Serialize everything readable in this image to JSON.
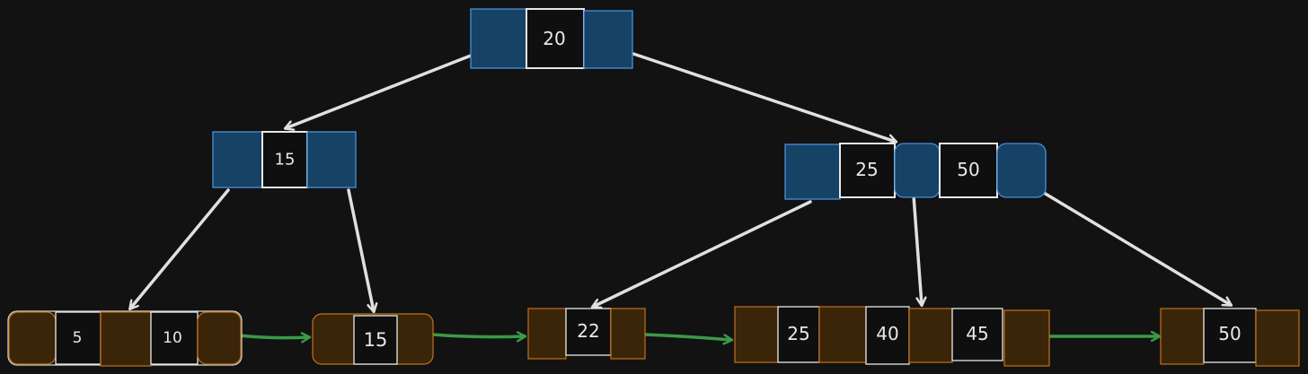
{
  "diagram": {
    "colors": {
      "background": "#121212",
      "internal_pointer": "#154265",
      "internal_border": "#4a90d9",
      "leaf_pointer": "#3a2508",
      "leaf_border": "#c2711a",
      "key_fill": "#0f0f0f",
      "key_border": "#e8e8e8",
      "tree_arrow": "#e0e0e0",
      "leaf_link": "#3a9a48"
    },
    "internal_nodes": [
      {
        "id": "root",
        "keys": [
          "20"
        ]
      },
      {
        "id": "left",
        "keys": [
          "15"
        ]
      },
      {
        "id": "right",
        "keys": [
          "25",
          "50"
        ]
      }
    ],
    "leaf_nodes": [
      {
        "id": "leaf1",
        "keys": [
          "5",
          "10"
        ]
      },
      {
        "id": "leaf2",
        "keys": [
          "15"
        ]
      },
      {
        "id": "leaf3",
        "keys": [
          "22"
        ]
      },
      {
        "id": "leaf4",
        "keys": [
          "25",
          "40",
          "45"
        ]
      },
      {
        "id": "leaf5",
        "keys": [
          "50"
        ]
      }
    ],
    "tree_edges": [
      [
        "root",
        "left"
      ],
      [
        "root",
        "right"
      ],
      [
        "left",
        "leaf1"
      ],
      [
        "left",
        "leaf2"
      ],
      [
        "right",
        "leaf3"
      ],
      [
        "right",
        "leaf4"
      ],
      [
        "right",
        "leaf5"
      ]
    ],
    "leaf_links": [
      [
        "leaf1",
        "leaf2"
      ],
      [
        "leaf2",
        "leaf3"
      ],
      [
        "leaf3",
        "leaf4"
      ],
      [
        "leaf4",
        "leaf5"
      ]
    ]
  }
}
